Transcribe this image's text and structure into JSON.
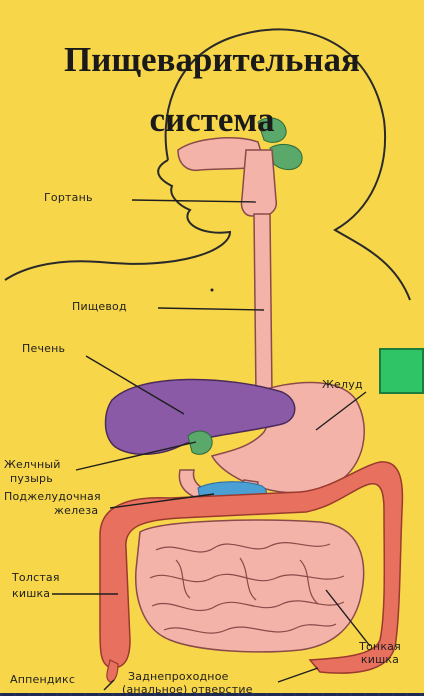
{
  "title": {
    "line1": "Пищеварительная",
    "line2": "система"
  },
  "labels": {
    "larynx": "Гортань",
    "esophagus": "Пищевод",
    "liver": "Печень",
    "stomach": "Желуд",
    "gallbladder_1": "Желчный",
    "gallbladder_2": "пузырь",
    "pancreas_1": "Поджелудочная",
    "pancreas_2": "железа",
    "colon_1": "Толстая",
    "colon_2": "кишка",
    "small_intestine_1": "Тонкая",
    "small_intestine_2": "кишка",
    "appendix": "Аппендикс",
    "anus_1": "Заднепроходное",
    "anus_2": "(анальное) отверстие"
  },
  "colors": {
    "page_bg": "#1f2a52",
    "panel_bg": "#f7d64a",
    "organ_pink": "#f3b3a8",
    "organ_outline": "#8a4a4a",
    "liver": "#8a5aa6",
    "colon": "#e8705e",
    "pancreas": "#4aa0d4",
    "gland_green": "#5aa86a",
    "marker_green": "#2fc466"
  }
}
